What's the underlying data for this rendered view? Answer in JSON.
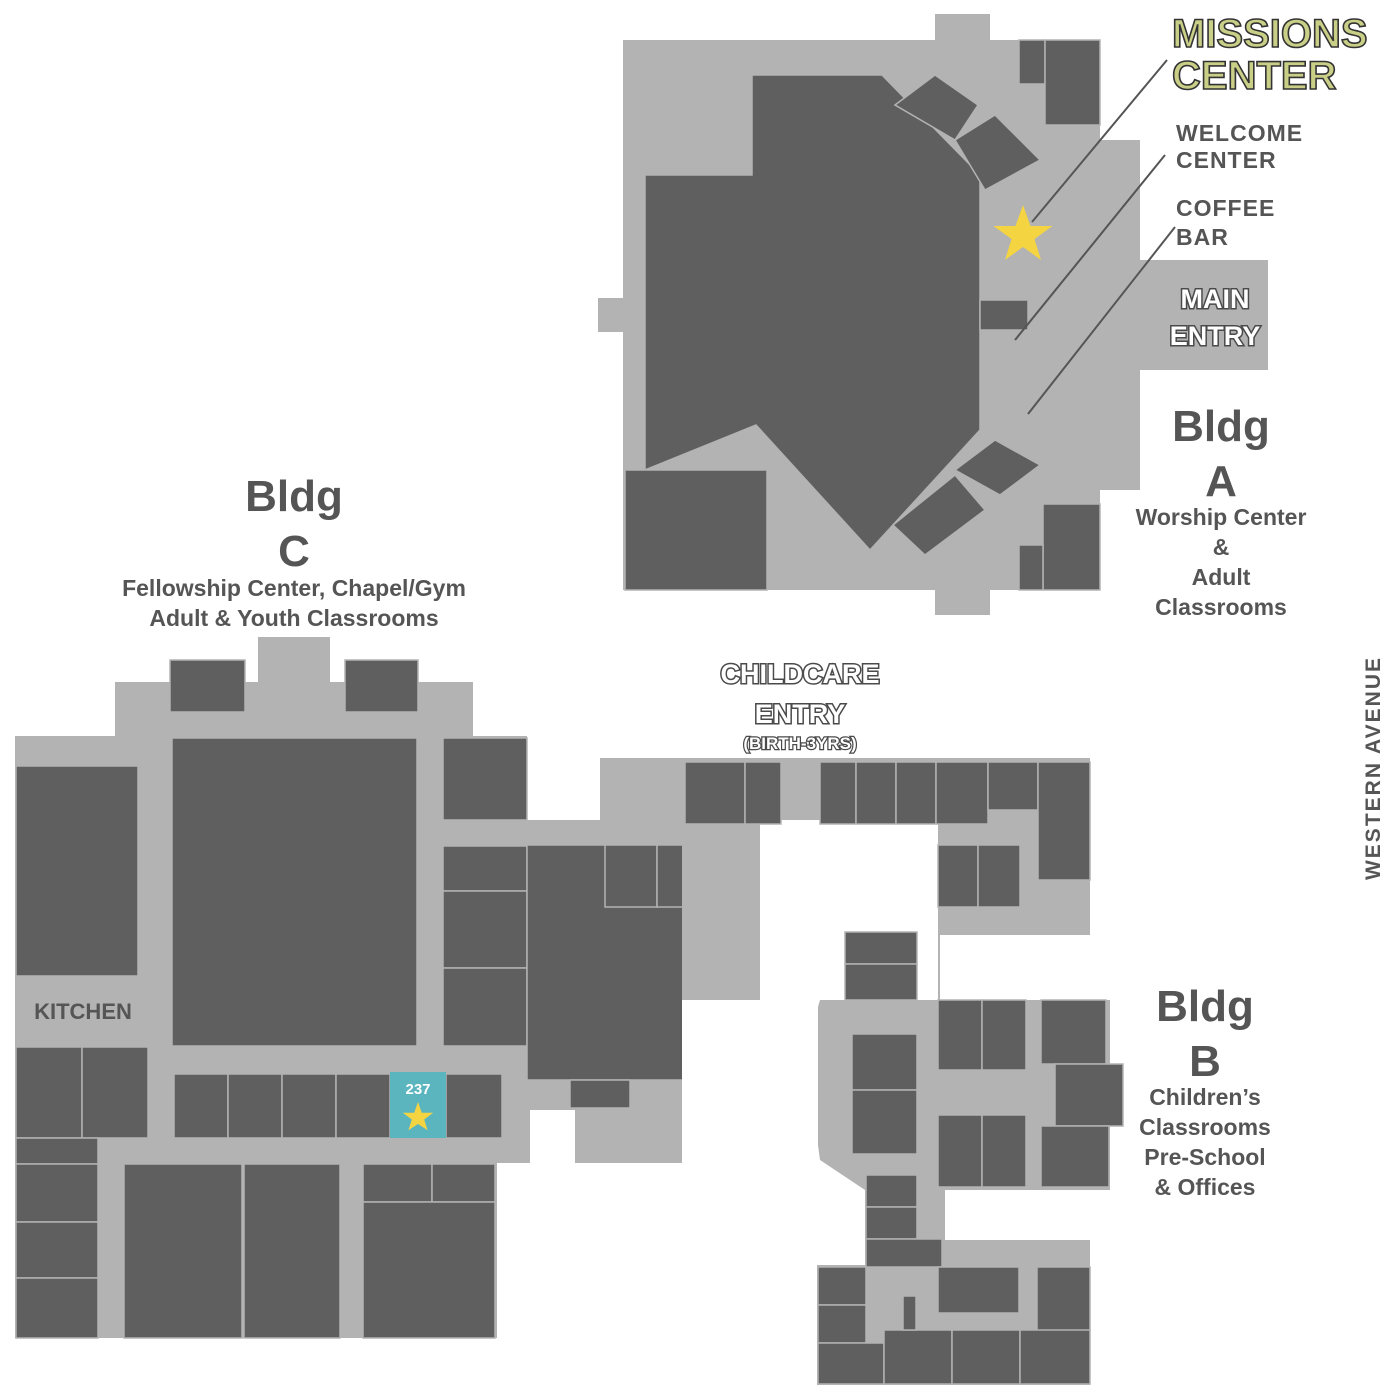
{
  "missions_center": {
    "line1": "MISSIONS",
    "line2": "CENTER"
  },
  "callouts": {
    "welcome_line1": "WELCOME",
    "welcome_line2": "CENTER",
    "coffee_line1": "COFFEE",
    "coffee_line2": "BAR"
  },
  "main_entry": {
    "line1": "MAIN",
    "line2": "ENTRY"
  },
  "building_a": {
    "title": "Bldg",
    "letter": "A",
    "desc": [
      "Worship Center",
      "&",
      "Adult",
      "Classrooms"
    ]
  },
  "building_b": {
    "title": "Bldg",
    "letter": "B",
    "desc": [
      "Children’s",
      "Classrooms",
      "Pre-School",
      "& Offices"
    ]
  },
  "building_c": {
    "title": "Bldg",
    "letter": "C",
    "desc": [
      "Fellowship Center, Chapel/Gym",
      "Adult & Youth Classrooms"
    ]
  },
  "childcare_entry": {
    "line1": "CHILDCARE",
    "line2": "ENTRY",
    "line3": "(BIRTH-3YRS)"
  },
  "kitchen": "KITCHEN",
  "room_237": {
    "number": "237",
    "color": "#5bb5bf"
  },
  "street": "WESTERN AVENUE",
  "colors": {
    "hallway": "#b3b3b3",
    "room": "#5f5f5f",
    "star": "#f5d442",
    "text": "#555555"
  },
  "icons": {
    "star": "star-icon"
  }
}
